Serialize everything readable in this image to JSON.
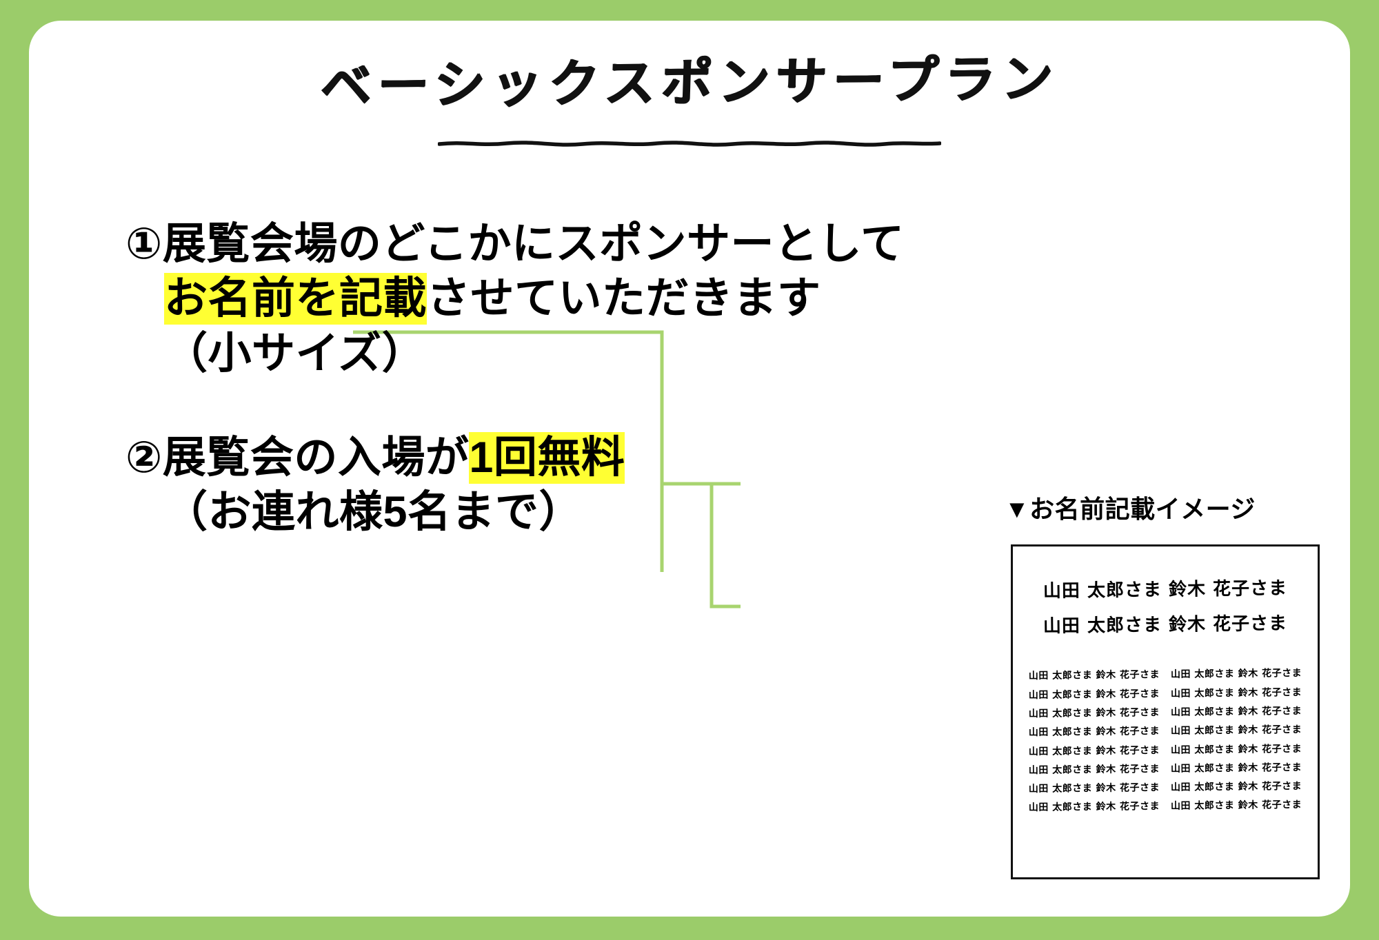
{
  "theme": {
    "frame_color": "#9bcc6a",
    "card_color": "#ffffff",
    "highlight_color": "#ffff33",
    "connector_color": "#a8d46f",
    "text_color": "#000000"
  },
  "title": {
    "text": "ベーシックスポンサープラン"
  },
  "items": [
    {
      "marker": "①",
      "lines": [
        {
          "segments": [
            {
              "text": "①展覧会場のどこかにスポンサーとして",
              "highlight": false
            }
          ]
        },
        {
          "indent": true,
          "segments": [
            {
              "text": "お名前を記載",
              "highlight": true
            },
            {
              "text": "させていただきます",
              "highlight": false
            }
          ]
        },
        {
          "indent": true,
          "segments": [
            {
              "text": "（小サイズ）",
              "highlight": false
            }
          ]
        }
      ]
    },
    {
      "marker": "②",
      "lines": [
        {
          "segments": [
            {
              "text": "②展覧会の入場が",
              "highlight": false
            },
            {
              "text": "1回無料",
              "highlight": true
            }
          ]
        },
        {
          "indent": true,
          "segments": [
            {
              "text": "（お連れ様5名まで）",
              "highlight": false
            }
          ]
        }
      ]
    }
  ],
  "image_panel": {
    "caption": "▼お名前記載イメージ",
    "caption_marker": "▼",
    "big_rows": [
      "山田 太郎さま  鈴木 花子さま",
      "山田 太郎さま  鈴木 花子さま"
    ],
    "small_row_left": "山田 太郎さま 鈴木 花子さま",
    "small_row_right": "山田 太郎さま 鈴木 花子さま",
    "small_row_count": 8
  }
}
